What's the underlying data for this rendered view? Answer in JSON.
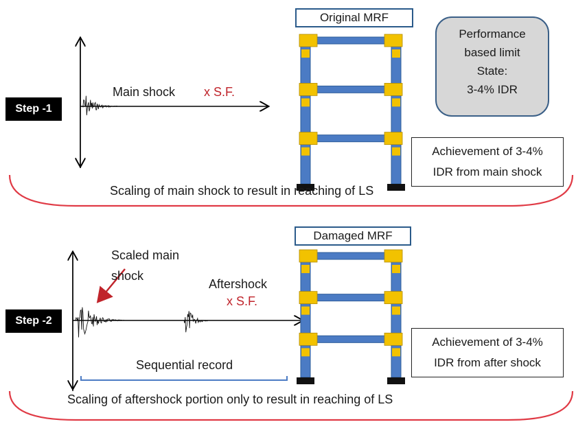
{
  "step1": {
    "label": "Step -1",
    "mainshock_label": "Main shock",
    "scale_factor": "x S.F.",
    "frame_title": "Original MRF",
    "limit_state": [
      "Performance",
      "based limit",
      "State:",
      "3-4% IDR"
    ],
    "achievement": [
      "Achievement of 3-4%",
      "IDR from main shock"
    ],
    "caption": "Scaling of main shock to result in reaching of LS"
  },
  "step2": {
    "label": "Step -2",
    "scaled_mainshock": [
      "Scaled main",
      "shock"
    ],
    "aftershock_label": "Aftershock",
    "scale_factor": "x S.F.",
    "frame_title": "Damaged MRF",
    "sequential_label": "Sequential record",
    "achievement": [
      "Achievement of 3-4%",
      "IDR from after shock"
    ],
    "caption": "Scaling of aftershock portion only to result in reaching of LS"
  },
  "colors": {
    "column": "#4b7bc4",
    "beam": "#4b7bc4",
    "joint": "#f2c200",
    "bracket": "#e03a45",
    "scale_factor": "#c0242b",
    "frame_title_border": "#2a5a8a",
    "limit_box_fill": "#d7d7d7"
  }
}
